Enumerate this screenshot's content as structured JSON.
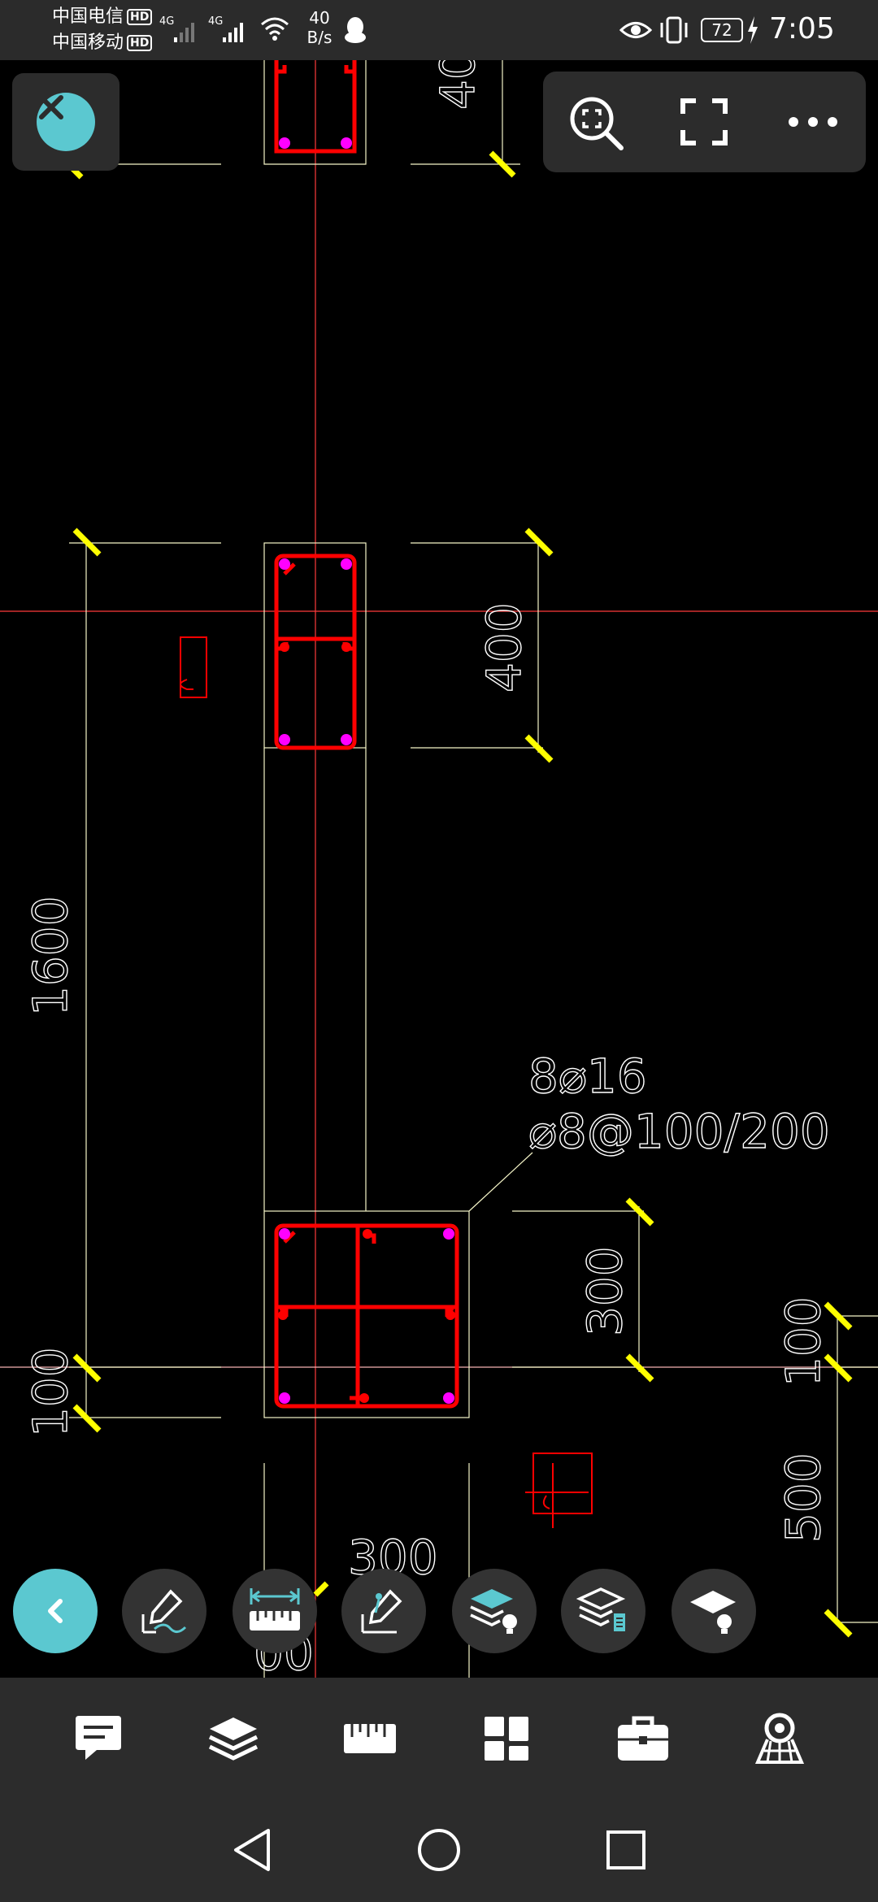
{
  "status_bar": {
    "carrier1": "中国电信",
    "carrier2": "中国移动",
    "hd": "HD",
    "net1": "4G",
    "net2": "4G",
    "speed_value": "40",
    "speed_unit": "B/s",
    "battery": "72",
    "time": "7:05"
  },
  "drawing": {
    "dims": {
      "top_partial": "40",
      "d400": "400",
      "d1600": "1600",
      "d100_left": "100",
      "d300_right": "300",
      "d100_right": "100",
      "d500_right": "500",
      "d300_bottom": "300",
      "bottom_partial": "00"
    },
    "annotation_line1": "8⌀16",
    "annotation_line2": "⌀8@100/200"
  },
  "colors": {
    "accent": "#5bc8d0",
    "rebar": "#ff0000",
    "rebar_dot": "#ff00ff",
    "dim_line": "#f5f5c8",
    "dim_tick": "#ffff00",
    "axis": "#ff3b3b"
  },
  "icons": {
    "close": "close-icon",
    "zoom_extents": "zoom-extents-icon",
    "fullscreen": "fullscreen-icon",
    "more": "more-icon",
    "back": "chevron-left-icon",
    "annotate": "annotate-icon",
    "measure": "measure-icon",
    "markup": "markup-icon",
    "layer_toggle": "layer-bulb-icon",
    "layer_list": "layer-list-icon",
    "layer_single": "single-layer-bulb-icon",
    "comment": "comment-icon",
    "layers": "layers-icon",
    "ruler": "ruler-icon",
    "grid": "grid-icon",
    "toolbox": "toolbox-icon",
    "view3d": "view-3d-icon",
    "nav_back": "nav-back-icon",
    "nav_home": "nav-home-icon",
    "nav_recent": "nav-recent-icon"
  }
}
